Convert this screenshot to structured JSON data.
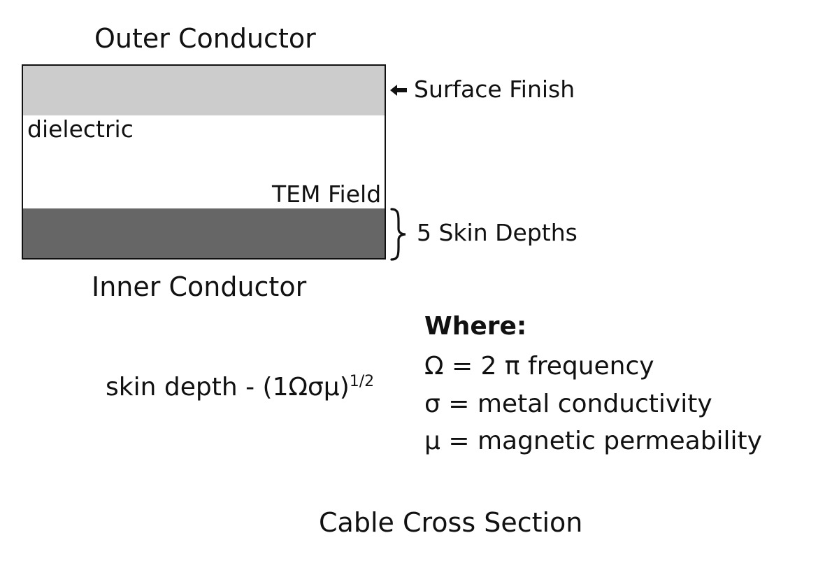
{
  "diagram": {
    "outer_conductor_label": "Outer Conductor",
    "inner_conductor_label": "Inner Conductor",
    "dielectric_label": "dielectric",
    "tem_field_label": "TEM Field",
    "surface_finish_label": "Surface Finish",
    "skin_depths_label": "5 Skin Depths",
    "colors": {
      "outer_layer": "#cccccc",
      "inner_layer": "#666666",
      "border": "#111111"
    }
  },
  "formula": {
    "main": "skin depth - (1Ωσμ)",
    "exponent": "1/2"
  },
  "where": {
    "title": "Where:",
    "definitions": [
      "Ω = 2 π frequency",
      "σ = metal conductivity",
      "μ = magnetic permeability"
    ]
  },
  "caption": "Cable Cross Section"
}
